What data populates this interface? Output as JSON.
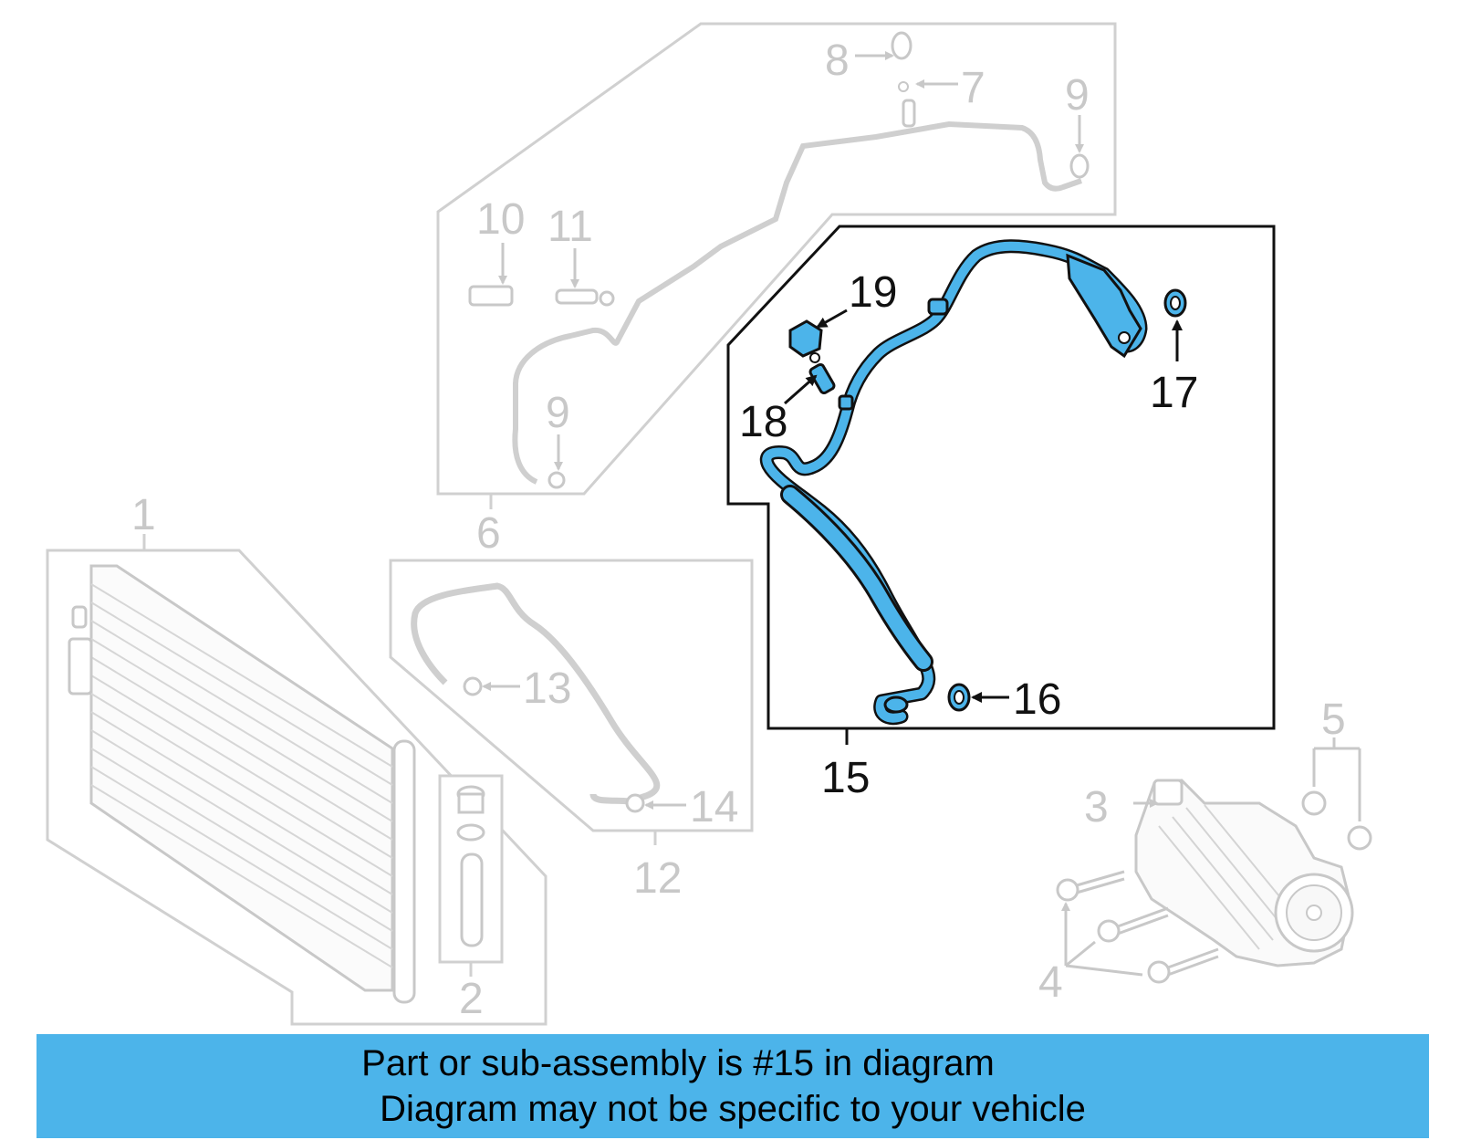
{
  "callouts": {
    "c1": "1",
    "c2": "2",
    "c3": "3",
    "c4": "4",
    "c5": "5",
    "c6": "6",
    "c7": "7",
    "c8": "8",
    "c9a": "9",
    "c9b": "9",
    "c10": "10",
    "c11": "11",
    "c12": "12",
    "c13": "13",
    "c14": "14",
    "c15": "15",
    "c16": "16",
    "c17": "17",
    "c18": "18",
    "c19": "19"
  },
  "highlight": {
    "part_number": "15",
    "color": "#4cb4ea"
  },
  "banner": {
    "line1": "Part or sub-assembly is #15 in diagram",
    "line2": "Diagram may not be specific to your vehicle",
    "background": "#4cb4ea"
  }
}
